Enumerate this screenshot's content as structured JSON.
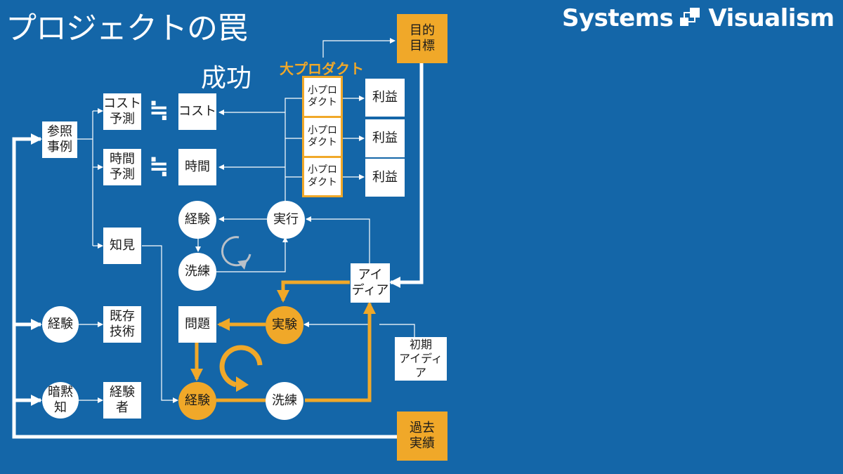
{
  "title": "プロジェクトの罠",
  "subtitle": "成功",
  "brand": {
    "text": "Systems Visualism",
    "left": "Systems",
    "right": "Visualism"
  },
  "colors": {
    "background": "#1466a8",
    "accent": "#f0a829",
    "node": "#ffffff",
    "wire": "#ffffff"
  },
  "nodes": {
    "reference_cases": "参照\n事例",
    "cost_estimate": "コスト\n予測",
    "time_estimate": "時間\n予測",
    "cost": "コスト",
    "time": "時間",
    "knowledge": "知見",
    "approx_symbol": "≒",
    "big_product": "大プロダクト",
    "small_products": [
      "小プロ\nダクト",
      "小プロ\nダクト",
      "小プロ\nダクト"
    ],
    "profits": [
      "利益",
      "利益",
      "利益"
    ],
    "goal": "目的\n目標",
    "execution": "実行",
    "experience_top": "経験",
    "refinement_top": "洗練",
    "idea": "アイ\nディア",
    "experience_left": "経験",
    "existing_tech": "既存\n技術",
    "problem": "問題",
    "experiment": "実験",
    "tacit_knowledge": "暗黙\n知",
    "experienced_person": "経験\n者",
    "experience_orange": "経験",
    "refinement_bottom": "洗練",
    "initial_idea": "初期\nアイディア",
    "past_results": "過去\n実績"
  },
  "icons": [
    "cycle-arrow-icon-gray",
    "cycle-arrow-icon-orange",
    "systems-visualism-logo-icon"
  ]
}
